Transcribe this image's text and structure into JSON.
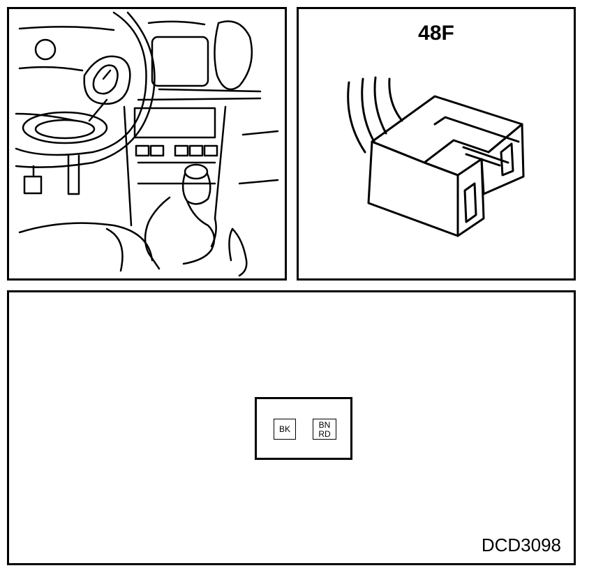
{
  "connector": {
    "code": "48F"
  },
  "pins": [
    {
      "colors": [
        "BK"
      ]
    },
    {
      "colors": [
        "BN",
        "RD"
      ]
    }
  ],
  "diagram_id": "DCD3098"
}
